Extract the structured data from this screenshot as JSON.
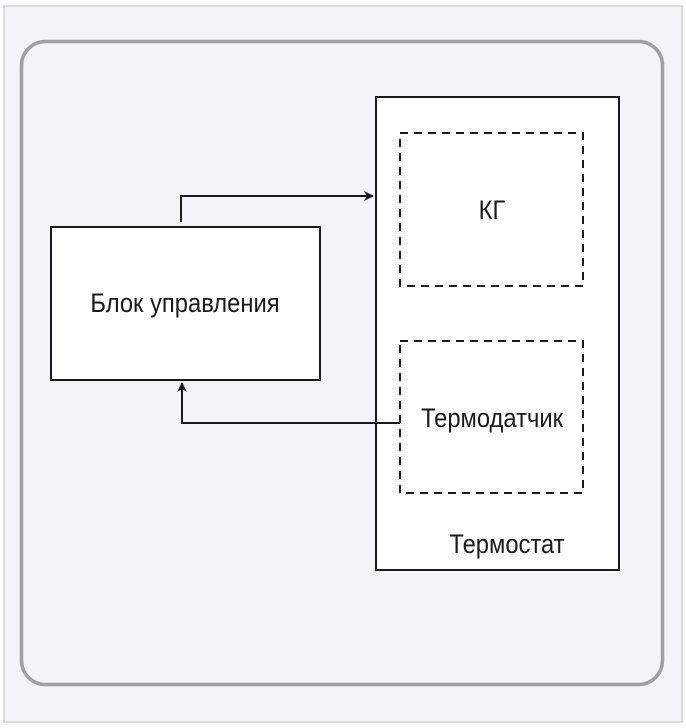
{
  "diagram": {
    "control_unit": {
      "label": "Блок управления"
    },
    "thermostat": {
      "label": "Термостат"
    },
    "kg": {
      "label": "КГ"
    },
    "sensor": {
      "label": "Термодатчик"
    },
    "colors": {
      "background": "#f3f3f8",
      "frame": "#a0a0a0",
      "border": "#dcdcdc",
      "stroke": "#1a1a1a"
    }
  }
}
